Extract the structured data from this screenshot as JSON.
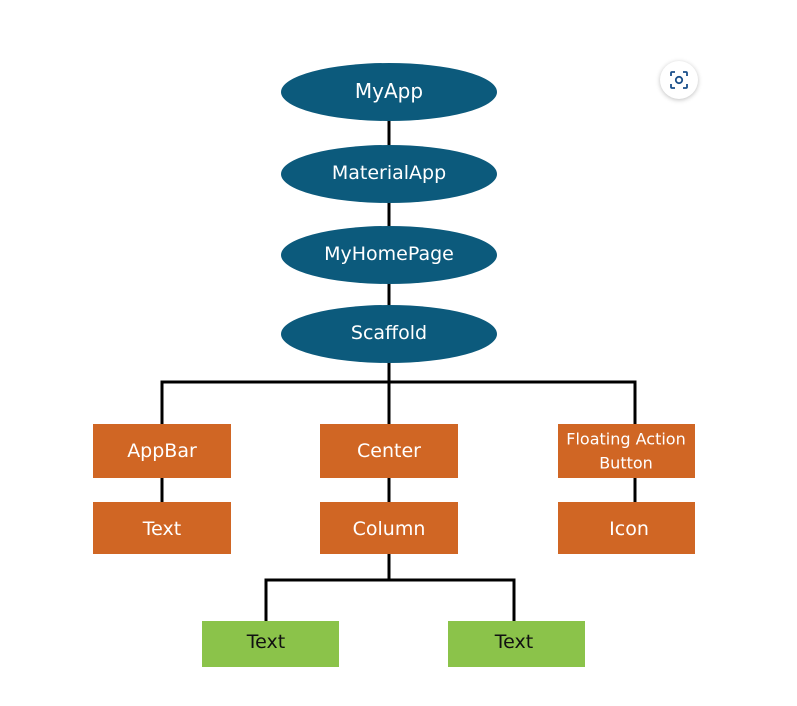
{
  "colors": {
    "ellipse_fill": "#0c5a7c",
    "box_fill": "#d06624",
    "leaf_fill": "#8bc34a",
    "connector": "#000000",
    "ellipse_text": "#ffffff",
    "box_text": "#ffffff",
    "leaf_text": "#111111"
  },
  "nodes": {
    "myapp": "MyApp",
    "materialapp": "MaterialApp",
    "myhomepage": "MyHomePage",
    "scaffold": "Scaffold",
    "appbar": "AppBar",
    "appbar_text": "Text",
    "center": "Center",
    "column": "Column",
    "fab_line1": "Floating Action",
    "fab_line2": "Button",
    "icon": "Icon",
    "column_text_left": "Text",
    "column_text_right": "Text"
  },
  "toolbar": {
    "lens_icon": "image-search-icon"
  }
}
